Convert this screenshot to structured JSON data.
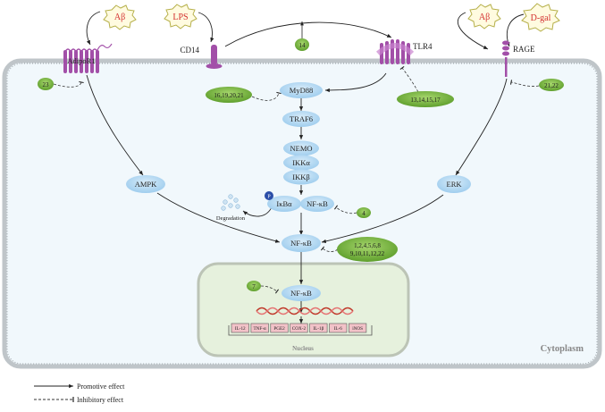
{
  "stimuli": {
    "abeta_left": "Aβ",
    "lps": "LPS",
    "abeta_right": "Aβ",
    "dgal": "D-gal"
  },
  "receptors": {
    "adipor1": "AdipoR1",
    "cd14": "CD14",
    "tlr4": "TLR4",
    "rage": "RAGE"
  },
  "nodes": {
    "myd88": "MyD88",
    "traf6": "TRAF6",
    "nemo": "NEMO",
    "ikka": "IKKα",
    "ikkb": "IKKβ",
    "ampk": "AMPK",
    "erk": "ERK",
    "ikba": "IκBα",
    "nfkb_complex": "NF-κB",
    "nfkb_main": "NF-κB",
    "nfkb_nuclear": "NF-κB",
    "phospho": "P",
    "degradation": "Degradation"
  },
  "refs": {
    "r_cd14": "14",
    "r_myd88": "16,19,20,21",
    "r_tlr4": "13,14,15,17",
    "r_adipor1": "23",
    "r_rage": "21,22",
    "r_complex": "4",
    "r_nfkb_line1": "1,2,4,5,6,8",
    "r_nfkb_line2": "9,10,11,12,22",
    "r_nuclear": "7"
  },
  "genes": [
    "IL-12",
    "TNF-α",
    "PGE2",
    "COX-2",
    "IL-1β",
    "IL-6",
    "iNOS"
  ],
  "compartments": {
    "nucleus": "Nucleus",
    "cytoplasm": "Cytoplasm"
  },
  "legend": {
    "promotive": "Promotive effect",
    "inhibitory": "Inhibitory effect"
  },
  "colors": {
    "node_fill": "#b9dcf3",
    "ref_fill": "#7cb342",
    "cell_fill": "#f1f8fc",
    "nucleus_fill": "#e6f1dd",
    "stimulus_text": "#d32f2f",
    "receptor_purple": "#a24fa8",
    "gene_fill": "#f2c2c8"
  }
}
